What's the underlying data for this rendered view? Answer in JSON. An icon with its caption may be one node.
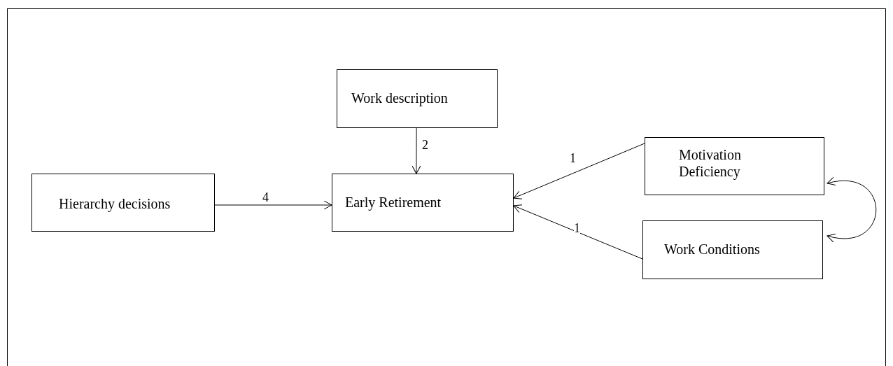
{
  "diagram": {
    "nodes": [
      {
        "text": [
          "Work description"
        ]
      },
      {
        "text": [
          "Motivation Deficiency"
        ]
      },
      {
        "text": [
          "Hierarchy decisions"
        ]
      },
      {
        "text": [
          "Early Retirement"
        ]
      },
      {
        "text": [
          "Work Conditions"
        ]
      }
    ],
    "edges": [
      {
        "from": 2,
        "to": 3,
        "arrow": "to",
        "label": "4"
      },
      {
        "from": 0,
        "to": 3,
        "arrow": "to",
        "label": "2"
      },
      {
        "from": 1,
        "to": 3,
        "arrow": "to",
        "label": "1"
      },
      {
        "from": 4,
        "to": 3,
        "arrow": "to",
        "label": "1"
      },
      {
        "from": 1,
        "to": 4,
        "arrow": "both"
      }
    ]
  }
}
